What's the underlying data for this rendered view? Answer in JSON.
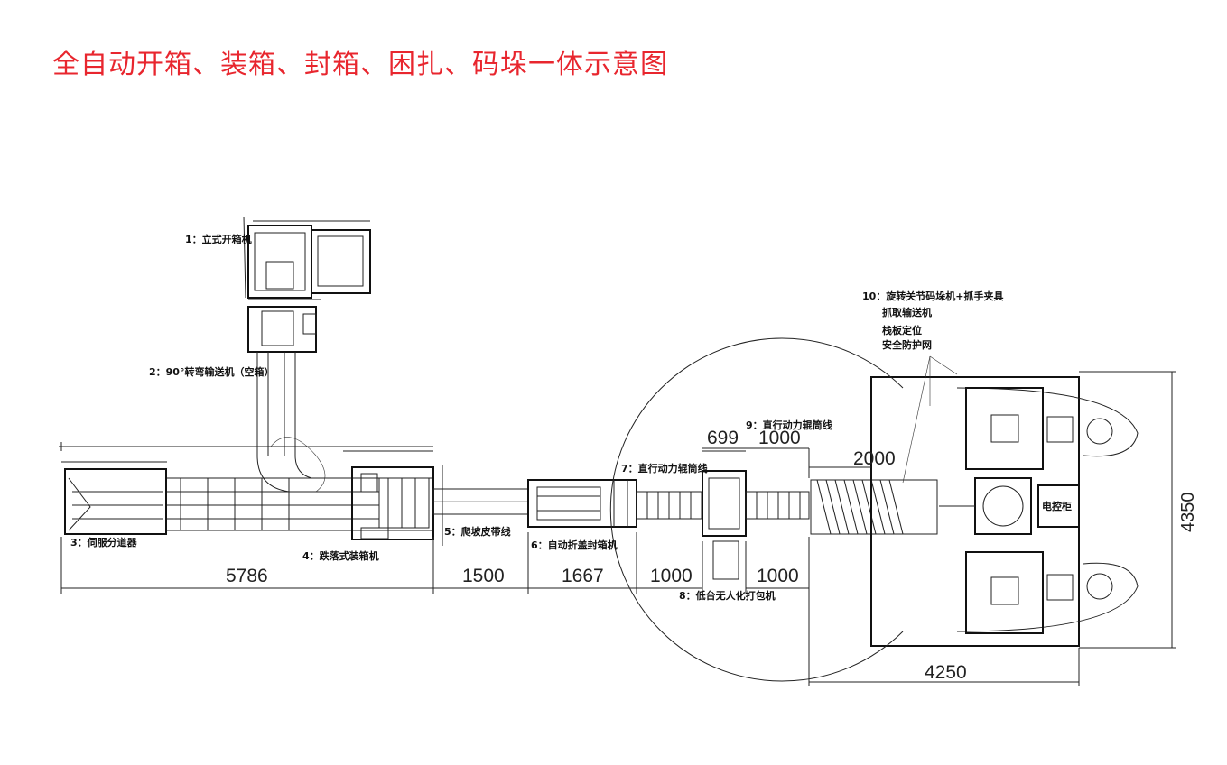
{
  "title": "全自动开箱、装箱、封箱、困扎、码垛一体示意图",
  "colors": {
    "title": "#e8262e",
    "drawing": "#222222",
    "background": "#ffffff"
  },
  "labels": {
    "l1": "1：立式开箱机",
    "l2": "2：90°转弯输送机（空箱）",
    "l3": "3：伺服分道器",
    "l4": "4：跌落式装箱机",
    "l5": "5：爬坡皮带线",
    "l6": "6：自动折盖封箱机",
    "l7": "7：直行动力辊筒线",
    "l8": "8：低台无人化打包机",
    "l9": "9：直行动力辊筒线",
    "l10a": "10：旋转关节码垛机+抓手夹具",
    "l10b": "抓取输送机",
    "l10c": "栈板定位",
    "l10d": "安全防护网",
    "cabinet": "电控柜"
  },
  "dimensions": {
    "d5786": "5786",
    "d1500": "1500",
    "d1667": "1667",
    "d1000a": "1000",
    "d1000b": "1000",
    "d699": "699",
    "d1000c": "1000",
    "d2000": "2000",
    "d4250": "4250",
    "d4350": "4350"
  }
}
